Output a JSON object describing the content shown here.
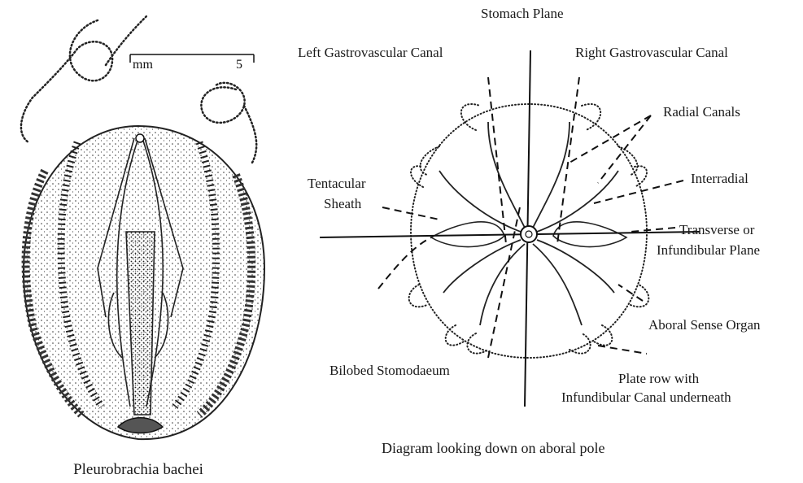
{
  "left_figure": {
    "caption": "Pleurobrachia bachei",
    "scale_unit": "mm",
    "scale_value": "5"
  },
  "right_figure": {
    "caption": "Diagram looking down on aboral pole",
    "labels": {
      "stomach_plane": "Stomach Plane",
      "left_canal": "Left Gastrovascular Canal",
      "right_canal": "Right Gastrovascular Canal",
      "radial_canals": "Radial Canals",
      "interradial": "Interradial",
      "tentacular_sheath_1": "Tentacular",
      "tentacular_sheath_2": "Sheath",
      "transverse_1": "Transverse or",
      "transverse_2": "Infundibular Plane",
      "aboral_sense": "Aboral Sense Organ",
      "bilobed": "Bilobed Stomodaeum",
      "plate_row_1": "Plate row with",
      "plate_row_2": "Infundibular Canal underneath"
    }
  }
}
